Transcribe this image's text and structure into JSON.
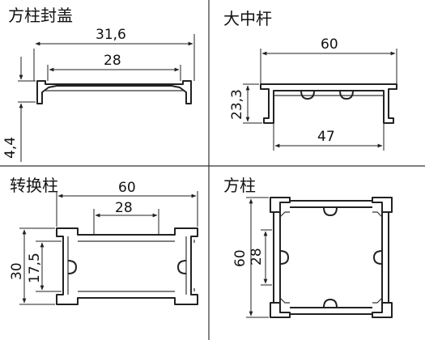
{
  "panels": [
    {
      "title": "方柱封盖",
      "dims": [
        "31,6",
        "28",
        "4,4"
      ]
    },
    {
      "title": "大中杆",
      "dims": [
        "60",
        "23,3",
        "47"
      ]
    },
    {
      "title": "转换柱",
      "dims": [
        "60",
        "28",
        "30",
        "17,5"
      ]
    },
    {
      "title": "方柱",
      "dims": [
        "60",
        "28"
      ]
    }
  ]
}
